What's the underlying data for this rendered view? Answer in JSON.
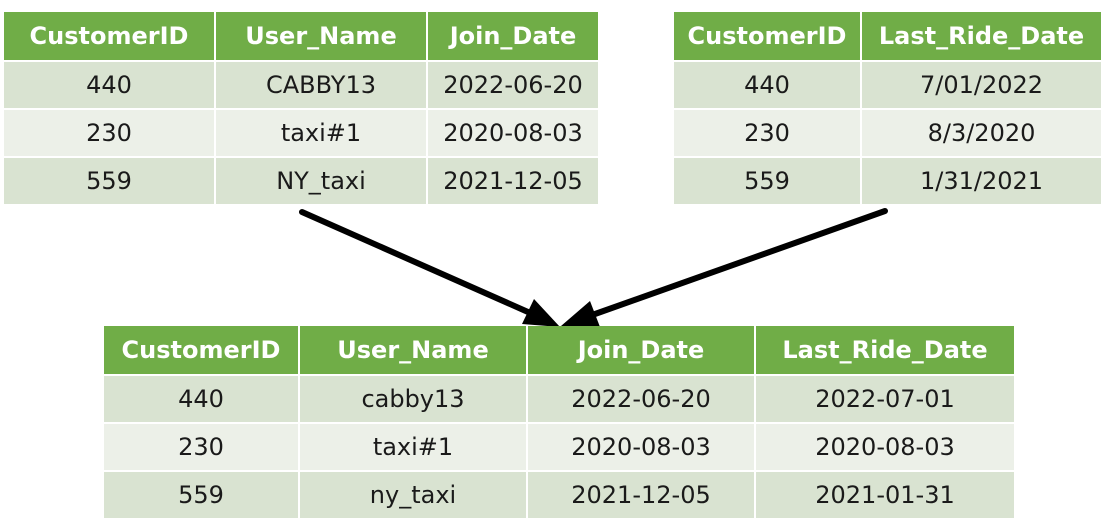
{
  "customers_table": {
    "headers": [
      "CustomerID",
      "User_Name",
      "Join_Date"
    ],
    "rows": [
      [
        "440",
        "CABBY13",
        "2022-06-20"
      ],
      [
        "230",
        "taxi#1",
        "2020-08-03"
      ],
      [
        "559",
        "NY_taxi",
        "2021-12-05"
      ]
    ]
  },
  "rides_table": {
    "headers": [
      "CustomerID",
      "Last_Ride_Date"
    ],
    "rows": [
      [
        "440",
        "7/01/2022"
      ],
      [
        "230",
        "8/3/2020"
      ],
      [
        "559",
        "1/31/2021"
      ]
    ]
  },
  "merged_table": {
    "headers": [
      "CustomerID",
      "User_Name",
      "Join_Date",
      "Last_Ride_Date"
    ],
    "rows": [
      [
        "440",
        "cabby13",
        "2022-06-20",
        "2022-07-01"
      ],
      [
        "230",
        "taxi#1",
        "2020-08-03",
        "2020-08-03"
      ],
      [
        "559",
        "ny_taxi",
        "2021-12-05",
        "2021-01-31"
      ]
    ]
  },
  "colors": {
    "header_bg": "#70ad47",
    "header_text": "#ffffff",
    "row_odd_bg": "#d9e3d1",
    "row_even_bg": "#ecf0e8",
    "arrow": "#000000"
  },
  "icons": [
    "arrow-left-to-merged-icon",
    "arrow-right-to-merged-icon"
  ]
}
